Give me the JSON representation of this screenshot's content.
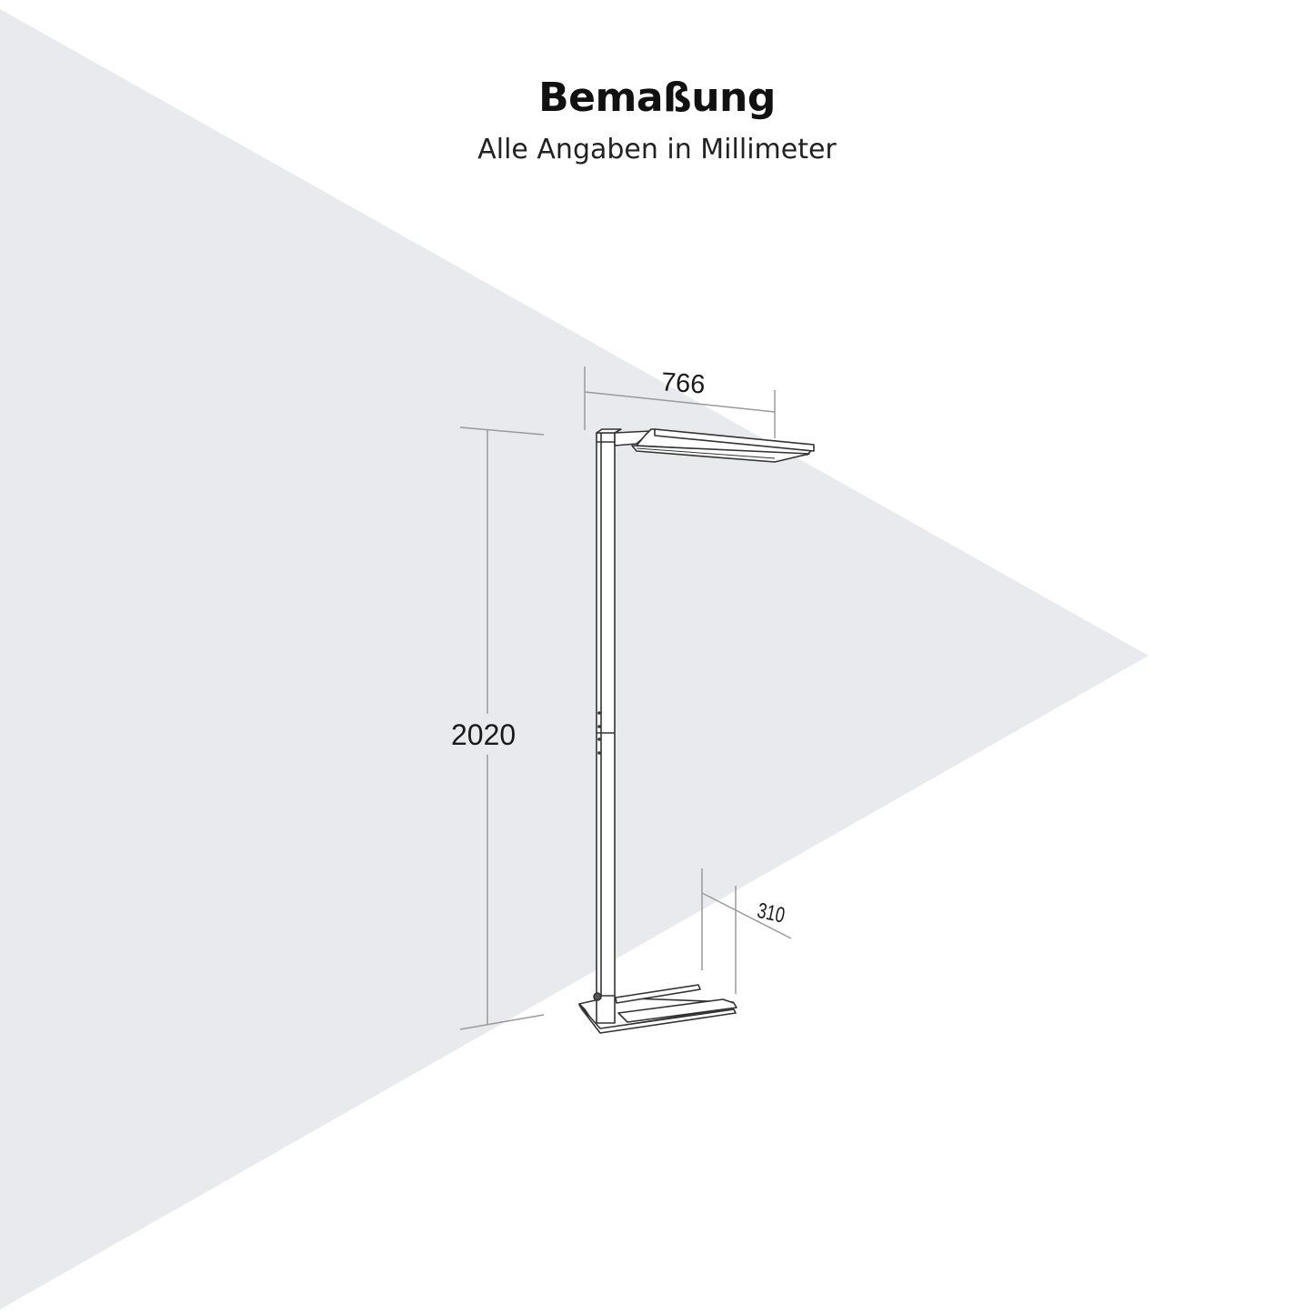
{
  "header": {
    "title": "Bemaßung",
    "subtitle": "Alle Angaben in Millimeter"
  },
  "dimensions": {
    "width": {
      "label": "766",
      "unit": "mm"
    },
    "height": {
      "label": "2020",
      "unit": "mm"
    },
    "depth": {
      "label": "310",
      "unit": "mm"
    }
  },
  "colors": {
    "background": "#ffffff",
    "light_cone": "#e9eaee",
    "line": "#333333",
    "dimension_line": "#9a9a9a",
    "text": "#111111"
  }
}
